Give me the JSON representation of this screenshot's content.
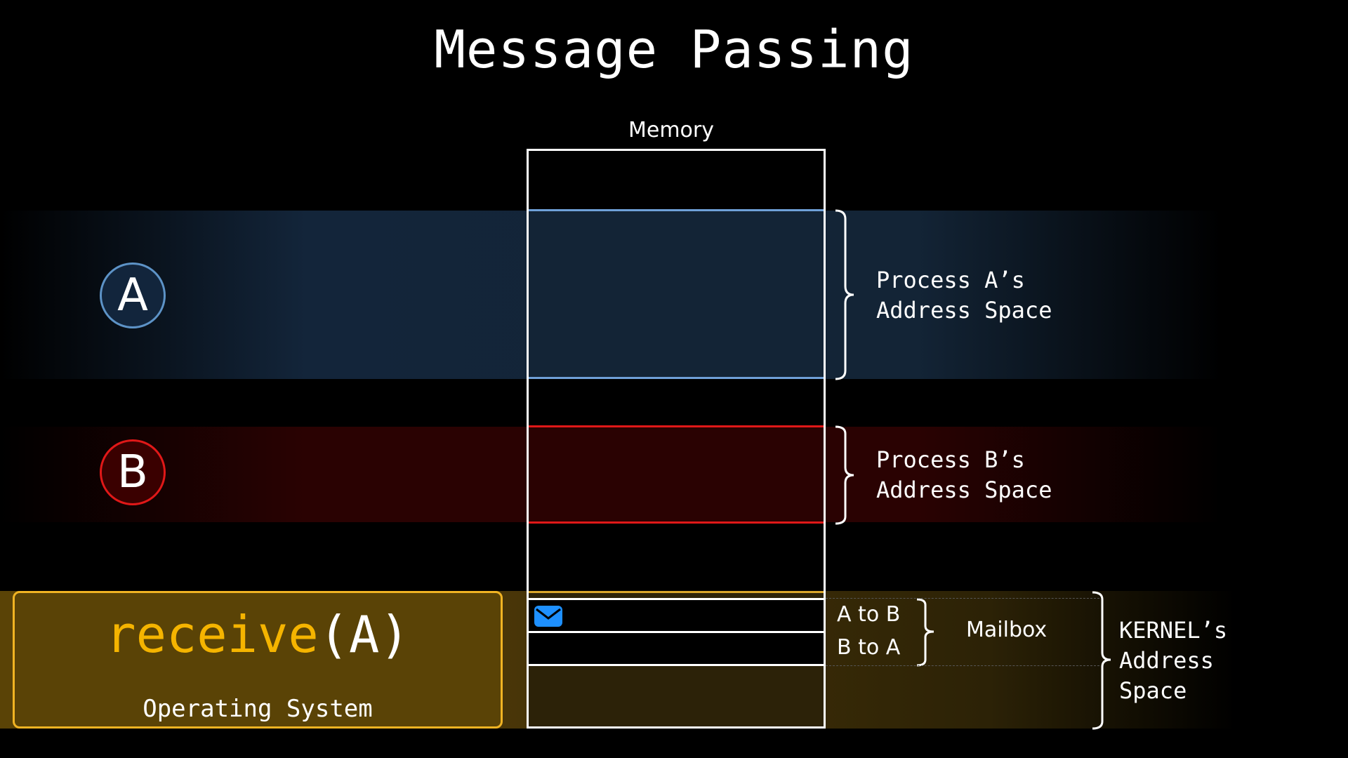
{
  "title": "Message Passing",
  "memory_label": "Memory",
  "processes": {
    "a": {
      "letter": "A",
      "label_line1": "Process A’s",
      "label_line2": "Address Space",
      "color": "#5d93c7"
    },
    "b": {
      "letter": "B",
      "label_line1": "Process B’s",
      "label_line2": "Address Space",
      "color": "#e01818"
    }
  },
  "mailbox": {
    "slots": [
      "A to B",
      "B to A"
    ],
    "label": "Mailbox",
    "envelope_icon": "envelope-icon"
  },
  "kernel": {
    "line1": "KERNEL’s",
    "line2": "Address",
    "line3": "Space",
    "color": "#f0b323"
  },
  "os": {
    "call_function": "receive",
    "call_args": "(A)",
    "label": "Operating System"
  }
}
